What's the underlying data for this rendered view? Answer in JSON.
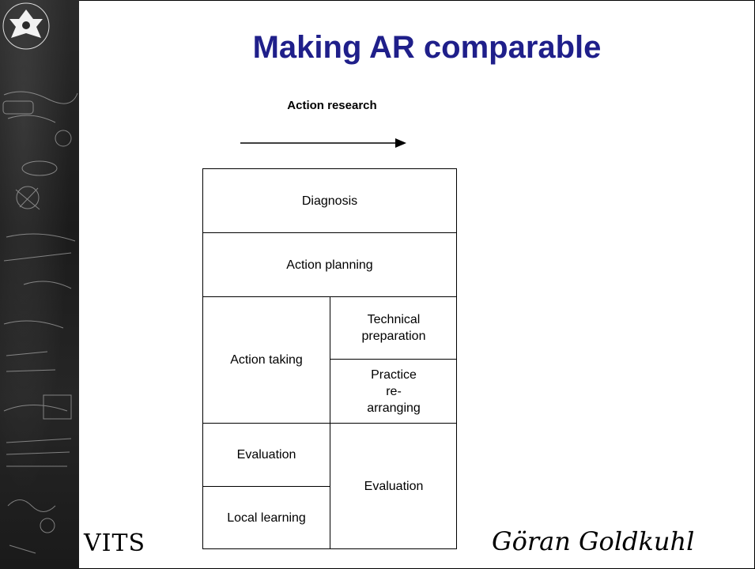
{
  "slide": {
    "title": "Making AR comparable",
    "arrow_label": "Action research",
    "footer_left": "VITS",
    "footer_right": "Göran Goldkuhl"
  },
  "diagram": {
    "cells": {
      "diagnosis": "Diagnosis",
      "action_planning": "Action planning",
      "action_taking": "Action taking",
      "technical_preparation": "Technical preparation",
      "practice_rearranging": "Practice re-arranging",
      "evaluation_left": "Evaluation",
      "local_learning": "Local learning",
      "evaluation_right": "Evaluation"
    }
  },
  "colors": {
    "title": "#1f1f8a",
    "side_strip": "#222222"
  },
  "icons": [
    "university-logo-icon",
    "chalkboard-decoration"
  ]
}
